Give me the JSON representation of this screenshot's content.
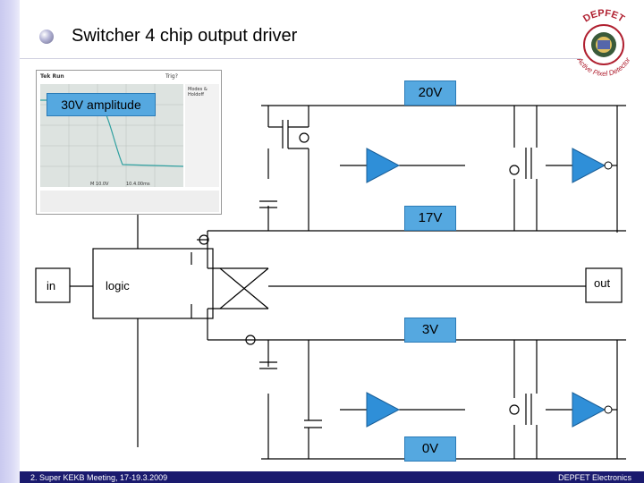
{
  "slide": {
    "title": "Switcher 4 chip output driver",
    "footer_left": "2. Super KEKB Meeting, 17-19.3.2009",
    "footer_right": "DEPFET Electronics"
  },
  "logo": {
    "text": "DEPFET",
    "ring_text": "Active Pixel Detector"
  },
  "rails": {
    "v20": "20V",
    "v17": "17V",
    "v3": "3V",
    "v0": "0V"
  },
  "labels": {
    "input": "in",
    "logic": "logic",
    "output": "out"
  },
  "scope_inset": {
    "label": "30V amplitude",
    "header_left": "Tek Run",
    "header_right": "Trig?",
    "menu_title": "Modes & Holdoff",
    "readout": "M 10.0V",
    "readout_time": "10.4.00ms"
  },
  "colors": {
    "amplifier_fill": "#2f8fd8",
    "label_fill": "#55a8e0",
    "footer": "#1a1a6e",
    "logo_red": "#b02030"
  }
}
